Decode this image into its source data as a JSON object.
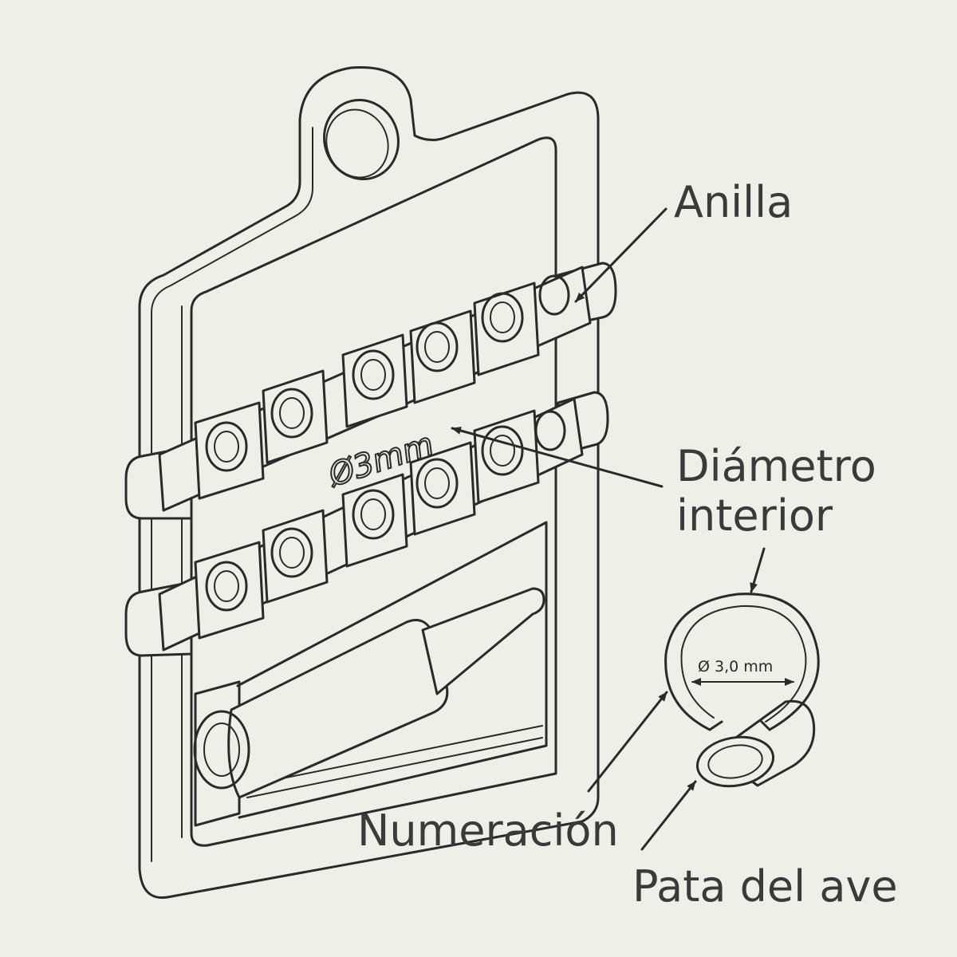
{
  "labels": {
    "ring": "Anilla",
    "inner_diameter_line1": "Diámetro",
    "inner_diameter_line2": "interior",
    "numbering": "Numeración",
    "bird_leg": "Pata del ave"
  },
  "card_engraving": "Ø3mm",
  "ring_dimension": "Ø 3,0 mm",
  "colors": {
    "ink": "#2a2a2a",
    "paper": "#efefe8",
    "label": "#3a3a3a"
  },
  "icons": [
    "ring-sprue-card",
    "leg-ring",
    "bird-leg-tube",
    "arrow"
  ]
}
